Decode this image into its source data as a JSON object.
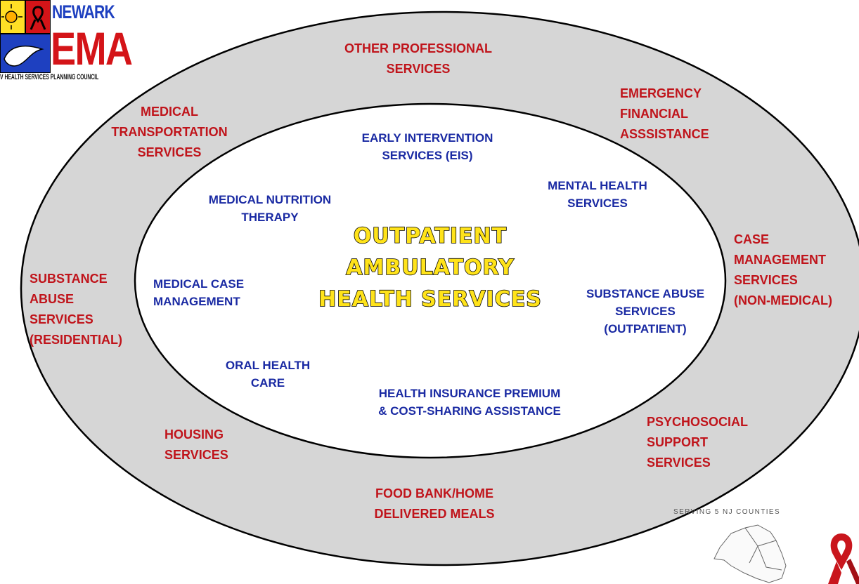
{
  "logo": {
    "name": "NEWARK",
    "acronym": "EMA",
    "council": "V HEALTH SERVICES PLANNING COUNCIL"
  },
  "center": {
    "lines": [
      "OUTPATIENT",
      "AMBULATORY",
      "HEALTH SERVICES"
    ],
    "fill_color": "#ffe31a"
  },
  "inner_services": {
    "color": "#1a2aa3",
    "early_intervention": [
      "EARLY INTERVENTION",
      "SERVICES (EIS)"
    ],
    "mental_health": [
      "MENTAL HEALTH",
      "SERVICES"
    ],
    "medical_nutrition": [
      "MEDICAL NUTRITION",
      "THERAPY"
    ],
    "medical_case_management": [
      "MEDICAL CASE",
      "MANAGEMENT"
    ],
    "substance_abuse_outpatient": [
      "SUBSTANCE ABUSE",
      "SERVICES",
      "(OUTPATIENT)"
    ],
    "oral_health": [
      "ORAL HEALTH",
      "CARE"
    ],
    "health_insurance": [
      "HEALTH INSURANCE PREMIUM",
      "& COST-SHARING ASSISTANCE"
    ]
  },
  "outer_services": {
    "color": "#c0141b",
    "other_professional": [
      "OTHER PROFESSIONAL",
      "SERVICES"
    ],
    "emergency_financial": [
      "EMERGENCY",
      "FINANCIAL",
      "ASSSISTANCE"
    ],
    "medical_transportation": [
      "MEDICAL",
      "TRANSPORTATION",
      "SERVICES"
    ],
    "case_management_nonmedical": [
      "CASE",
      "MANAGEMENT",
      "SERVICES",
      "(NON-MEDICAL)"
    ],
    "substance_abuse_residential": [
      "SUBSTANCE",
      "ABUSE",
      "SERVICES",
      "(RESIDENTIAL)"
    ],
    "housing": [
      "HOUSING",
      "SERVICES"
    ],
    "psychosocial": [
      "PSYCHOSOCIAL",
      "SUPPORT",
      "SERVICES"
    ],
    "food_bank": [
      "FOOD BANK/HOME",
      "DELIVERED MEALS"
    ]
  },
  "footer": {
    "serving": "SERVING 5 NJ COUNTIES",
    "map_icon": "nj-counties-map-icon",
    "ribbon_icon": "red-ribbon-icon"
  },
  "colors": {
    "outer_ring": "#d6d6d6",
    "inner_ellipse": "#ffffff",
    "outline": "#000000"
  }
}
